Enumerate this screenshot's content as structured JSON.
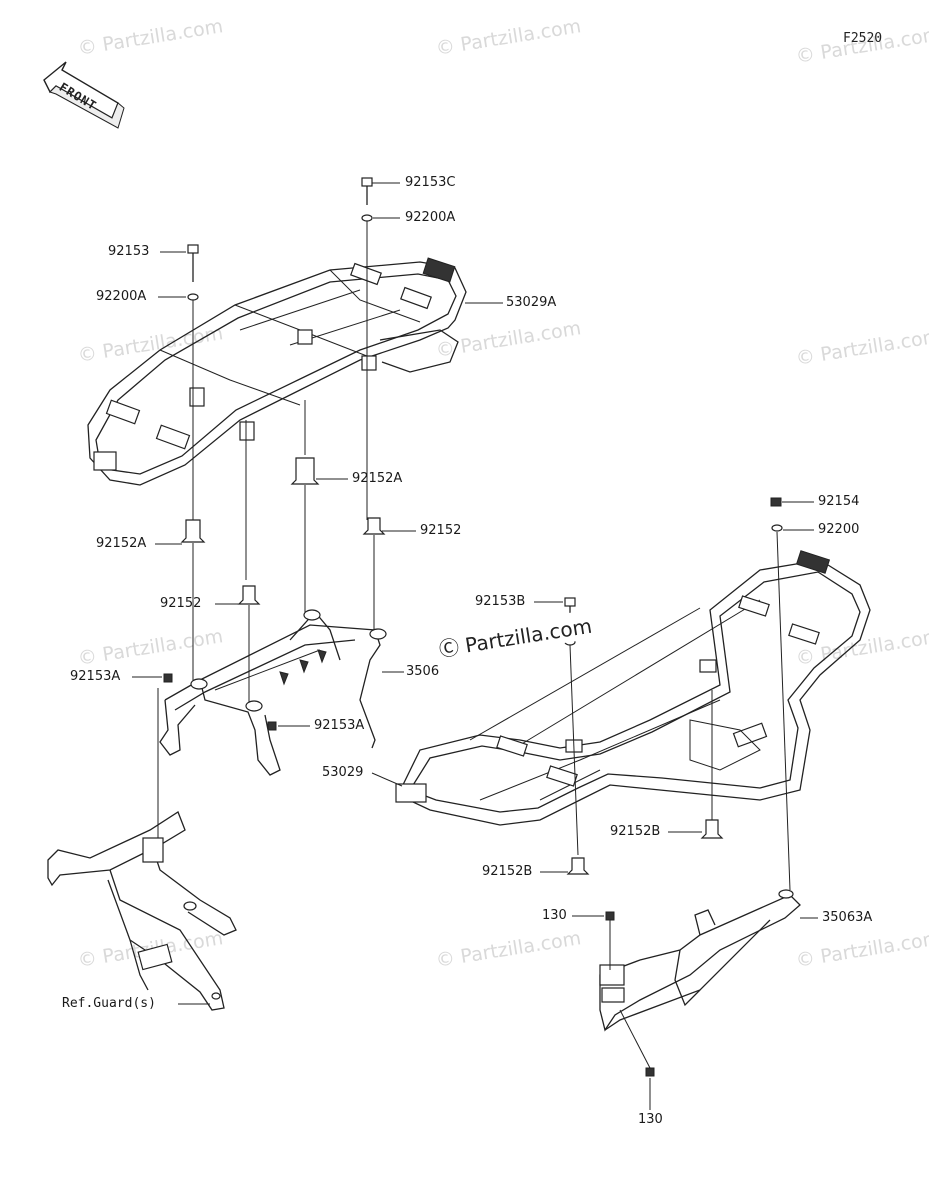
{
  "diagram_code": "F2520",
  "front_arrow": "FRONT",
  "watermark": "Partzilla.com",
  "watermark_center": "Partzilla.com",
  "labels": {
    "l92153C": "92153C",
    "l92200A_top": "92200A",
    "l92153": "92153",
    "l92200A_left": "92200A",
    "l53029A": "53029A",
    "l92152A_mid": "92152A",
    "l92152_mid": "92152",
    "l92152A_left": "92152A",
    "l92152_left": "92152",
    "l92153A_left": "92153A",
    "l3506x": "3506",
    "l92153A_mid": "92153A",
    "l92154": "92154",
    "l92200": "92200",
    "l92153B": "92153B",
    "l92200_mid": "92200",
    "l53029": "53029",
    "l92152B_right": "92152B",
    "l92152B_low": "92152B",
    "l130_top": "130",
    "l35063A": "35063A",
    "l130_bottom": "130",
    "ref_guard": "Ref.Guard(s)"
  }
}
